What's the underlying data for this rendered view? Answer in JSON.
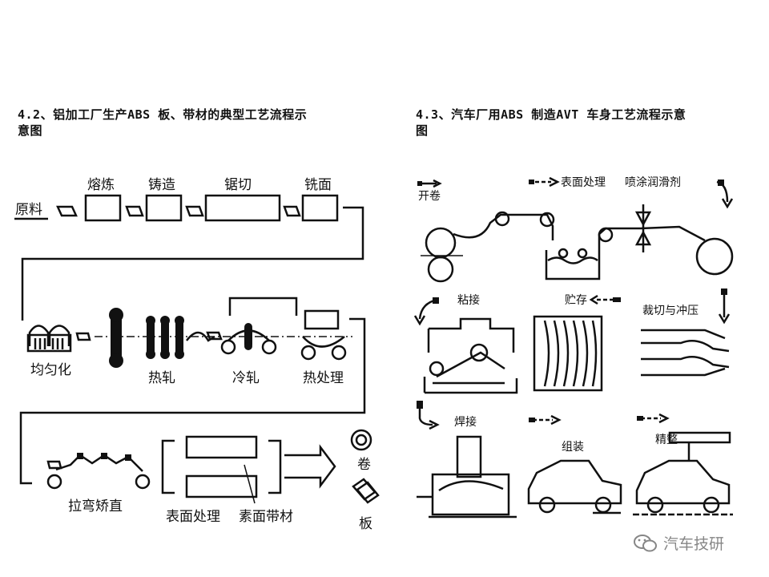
{
  "captions": {
    "left_line1": "4.2、铝加工厂生产ABS 板、带材的典型工艺流程示",
    "left_line2": "意图",
    "right_line1": "4.3、汽车厂用ABS 制造AVT 车身工艺流程示意",
    "right_line2": "图"
  },
  "left_diagram": {
    "raw_material": "原料",
    "steps": {
      "melting": "熔炼",
      "casting": "铸造",
      "sawing": "锯切",
      "milling": "铣面",
      "homogenizing": "均匀化",
      "hot_rolling": "热轧",
      "cold_rolling": "冷轧",
      "heat_treatment": "热处理",
      "stretch_straighten": "拉弯矫直",
      "surface_treatment": "表面处理",
      "plain_strip": "素面带材",
      "coil": "卷",
      "sheet": "板"
    }
  },
  "right_diagram": {
    "steps": {
      "uncoil": "开卷",
      "surface_treatment": "表面处理",
      "spray_lubricant": "喷涂润滑剂",
      "bonding": "粘接",
      "storage": "贮存",
      "cut_press": "裁切与冲压",
      "welding": "焊接",
      "assembly": "组装",
      "finishing": "精整"
    }
  },
  "watermark": {
    "text": "汽车技研",
    "icon": "wechat-icon"
  }
}
